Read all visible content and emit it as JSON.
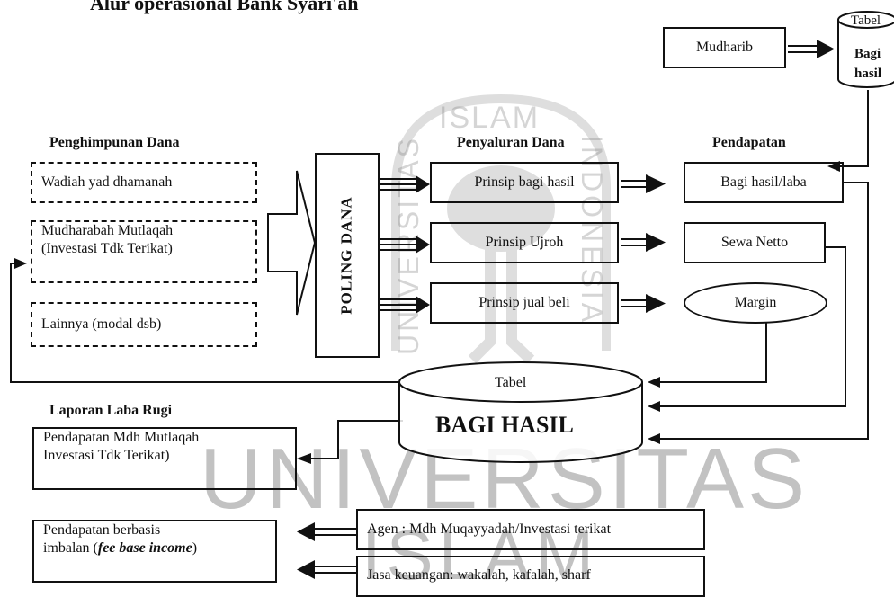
{
  "title": "Alur operasional Bank Syari'ah",
  "watermark": {
    "university": "UNIVERSITAS",
    "islam": "ISLAM",
    "islam_top": "ISLAM",
    "indonesia": "INDONESIA",
    "universitas_vertical": "UNIVERSITAS"
  },
  "top_right": {
    "mudharib": "Mudharib",
    "tabel_label": "Tabel",
    "bagi": "Bagi",
    "hasil": "hasil"
  },
  "headers": {
    "penghimpunan": "Penghimpunan Dana",
    "penyaluran": "Penyaluran Dana",
    "pendapatan": "Pendapatan",
    "laporan": "Laporan Laba Rugi"
  },
  "penghimpunan": {
    "wadiah": "Wadiah yad dhamanah",
    "mudharabah_1": "Mudharabah Mutlaqah",
    "mudharabah_2": "(Investasi Tdk Terikat)",
    "lainnya": "Lainnya (modal dsb)"
  },
  "poling": "POLING DANA",
  "penyaluran": {
    "bagi_hasil": "Prinsip bagi hasil",
    "ujroh": "Prinsip Ujroh",
    "jual_beli": "Prinsip jual beli"
  },
  "pendapatan": {
    "bagi_hasil_laba": "Bagi hasil/laba",
    "sewa": "Sewa Netto",
    "margin": "Margin"
  },
  "central_table": {
    "label": "Tabel",
    "title": "BAGI HASIL"
  },
  "laporan": {
    "mdh_1": "Pendapatan Mdh Mutlaqah",
    "mdh_2": "Investasi Tdk Terikat)",
    "imbalan_1": "Pendapatan berbasis",
    "imbalan_2a": "imbalan (",
    "imbalan_2b": "fee base income",
    "imbalan_2c": ")"
  },
  "bottom": {
    "agen": "Agen : Mdh Muqayyadah/Investasi terikat",
    "jasa": "Jasa keuangan: wakalah, kafalah, sharf"
  }
}
